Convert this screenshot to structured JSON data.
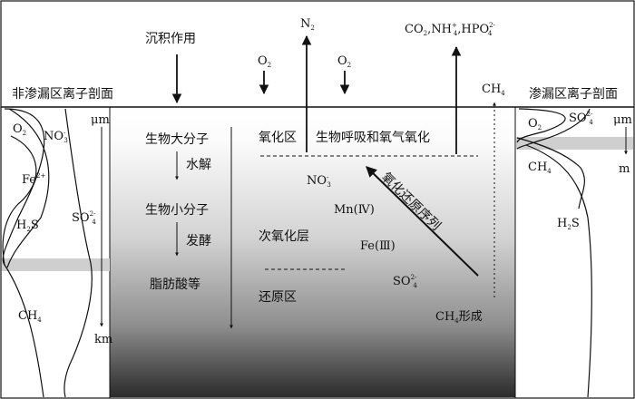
{
  "top": {
    "deposition": "沉积作用",
    "o2_left": "O",
    "o2_left_sub": "2",
    "n2": "N",
    "n2_sub": "2",
    "o2_right": "O",
    "o2_right_sub": "2",
    "products_prefix": "CO",
    "products_co2_sub": "2",
    "products_nh": ",NH",
    "products_nh_sup": "+",
    "products_nh_sub": "4",
    "products_hpo": ",HPO",
    "products_hpo_sup": "2-",
    "products_hpo_sub": "4",
    "ch4": "CH",
    "ch4_sub": "4"
  },
  "left_panel": {
    "title": "非渗漏区离子剖面",
    "o2": "O",
    "o2_sub": "2",
    "no3": "NO",
    "no3_sup": "-",
    "no3_sub": "3",
    "fe": "Fe",
    "fe_sup": "2+",
    "h2s": "H",
    "h2s_sub": "2",
    "h2s_tail": "S",
    "so4": "SO",
    "so4_sup": "2-",
    "so4_sub": "4",
    "ch4": "CH",
    "ch4_sub": "4",
    "um": "μm",
    "km": "km"
  },
  "center": {
    "macromolecules": "生物大分子",
    "hydrolysis": "水解",
    "small_molecules": "生物小分子",
    "fermentation": "发酵",
    "fatty_acids": "脂肪酸等",
    "oxidation_zone": "氧化区",
    "respiration": "生物呼吸和氧气氧化",
    "no3": "NO",
    "no3_sup": "-",
    "no3_sub": "3",
    "mn": "Mn(Ⅳ)",
    "suboxic_layer": "次氧化层",
    "fe": "Fe(Ⅲ)",
    "redox_sequence": "氧化还原序列",
    "so4": "SO",
    "so4_sup": "2-",
    "so4_sub": "4",
    "reduction_zone": "还原区",
    "ch4_form": "CH",
    "ch4_form_sub": "4",
    "ch4_form_tail": "形成"
  },
  "right_panel": {
    "title": "渗漏区离子剖面",
    "o2": "O",
    "o2_sub": "2",
    "so4": "SO",
    "so4_sup": "2-",
    "so4_sub": "4",
    "um": "μm",
    "ch4": "CH",
    "ch4_sub": "4",
    "m": "m",
    "h2s": "H",
    "h2s_sub": "2",
    "h2s_tail": "S"
  },
  "colors": {
    "line": "#111111",
    "gradient_top": "#ffffff",
    "gradient_bottom": "#2b2b2b",
    "band": "#cfcfcf"
  }
}
